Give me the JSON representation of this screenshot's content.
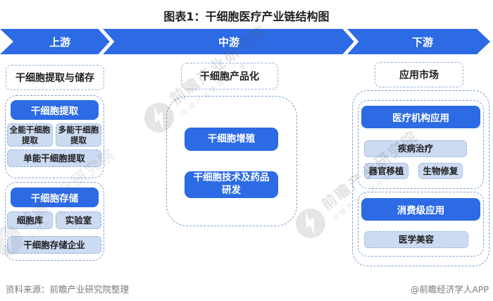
{
  "title": "图表1：干细胞医疗产业链结构图",
  "banner": {
    "segments": [
      {
        "label": "上游"
      },
      {
        "label": "中游"
      },
      {
        "label": "下游"
      }
    ]
  },
  "columns": {
    "upstream": {
      "header": "干细胞提取与储存",
      "groups": [
        {
          "title": "干细胞提取",
          "items": [
            "全能干细胞提取",
            "多能干细胞提取",
            "单能干细胞提取"
          ]
        },
        {
          "title": "干细胞存储",
          "items": [
            "细胞库",
            "实验室",
            "干细胞存储企业"
          ]
        }
      ]
    },
    "midstream": {
      "header": "干细胞产品化",
      "items": [
        "干细胞增殖",
        "干细胞技术及药品研发"
      ]
    },
    "downstream": {
      "header": "应用市场",
      "groups": [
        {
          "title": "医疗机构应用",
          "items": [
            "疾病治疗",
            "器官移植",
            "生物修复"
          ]
        },
        {
          "title": "消费级应用",
          "items": [
            "医学美容"
          ]
        }
      ]
    }
  },
  "watermark": {
    "brand": "前瞻产业研究院",
    "tagline": "中国产业咨询领导者"
  },
  "footer": {
    "source": "资料来源：前瞻产业研究院整理",
    "credit": "@前瞻经济学人APP"
  },
  "colors": {
    "primary_blue": "#2d6be4",
    "light_blue_fill": "#ccdaf2",
    "dashed_border": "#7d9fd4",
    "footer_gray": "#7b7b7b"
  }
}
